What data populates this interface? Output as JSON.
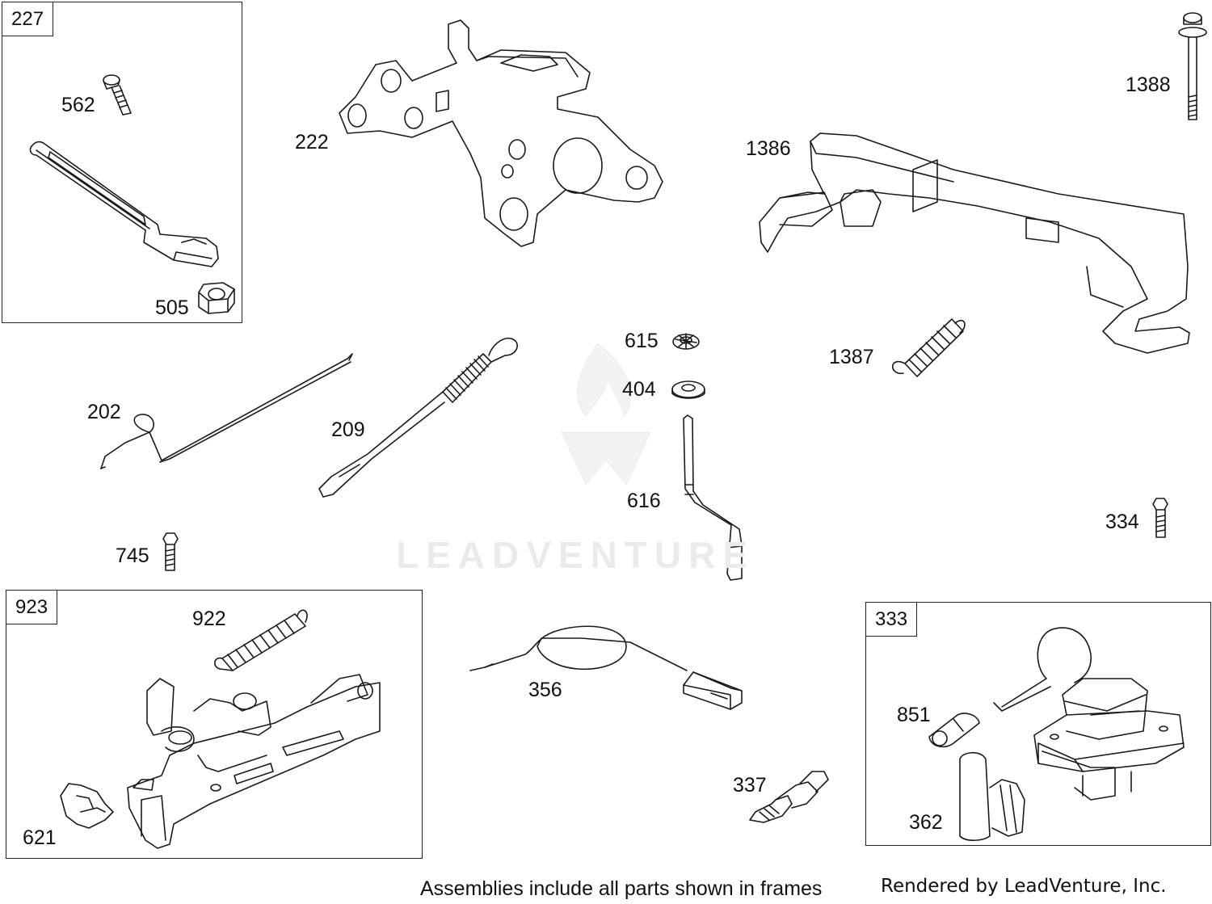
{
  "watermark": {
    "text": "LEADVENTURE"
  },
  "frames": {
    "f227": "227",
    "f923": "923",
    "f333": "333"
  },
  "labels": {
    "p562": "562",
    "p505": "505",
    "p222": "222",
    "p1386": "1386",
    "p1388": "1388",
    "p202": "202",
    "p209": "209",
    "p615": "615",
    "p404": "404",
    "p616": "616",
    "p1387": "1387",
    "p745": "745",
    "p334": "334",
    "p922": "922",
    "p621": "621",
    "p356": "356",
    "p337": "337",
    "p851": "851",
    "p362": "362"
  },
  "footer": {
    "assemblies_note": "Assemblies include all parts shown in frames",
    "rendered_by": "Rendered by LeadVenture, Inc."
  },
  "colors": {
    "line": "#1a1a1a",
    "watermark": "#ebebeb"
  }
}
